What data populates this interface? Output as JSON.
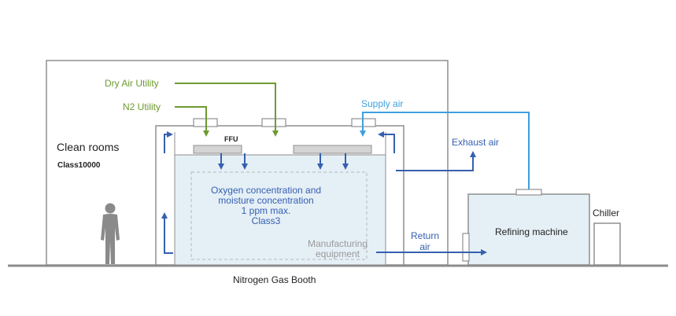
{
  "labels": {
    "dry_air_utility": "Dry Air Utility",
    "n2_utility": "N2 Utility",
    "supply_air": "Supply air",
    "exhaust_air": "Exhaust air",
    "clean_rooms": "Clean rooms",
    "class10000": "Class10000",
    "ffu": "FFU",
    "oxygen_line1": "Oxygen concentration and",
    "oxygen_line2": "moisture concentration",
    "oxygen_line3": "1 ppm max.",
    "oxygen_line4": "Class3",
    "manufacturing_line1": "Manufacturing",
    "manufacturing_line2": "equipment",
    "return_line1": "Return",
    "return_line2": "air",
    "refining_machine": "Refining machine",
    "chiller": "Chiller",
    "booth_caption": "Nitrogen Gas Booth"
  },
  "colors": {
    "green": "#6e9a2f",
    "light_blue": "#3ea0dc",
    "dark_blue": "#3560b0",
    "booth_fill": "#e5eff6",
    "outline": "#8f8f8f",
    "dashed": "#c4ccd2",
    "text_dark": "#222222",
    "text_gray": "#9a9a9a"
  },
  "icons": [
    "person-silhouette-icon"
  ]
}
